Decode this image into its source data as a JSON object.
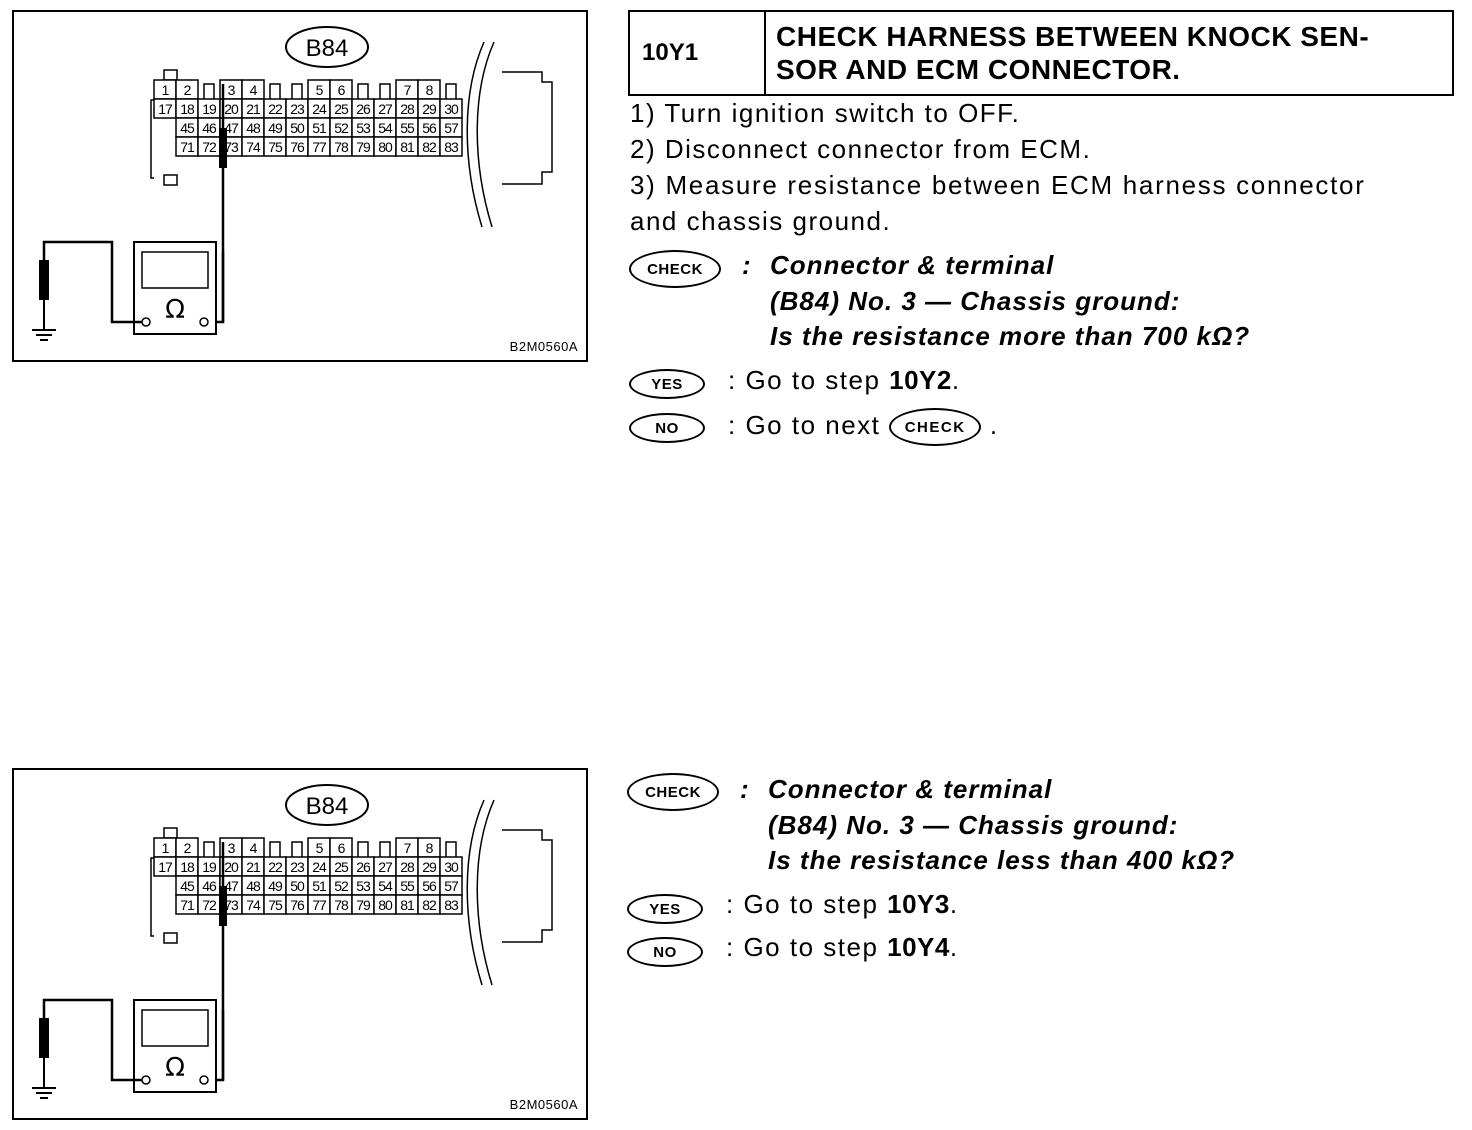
{
  "figures": [
    {
      "connector": "B84",
      "code": "B2M0560A"
    },
    {
      "connector": "B84",
      "code": "B2M0560A"
    }
  ],
  "connector_grid": {
    "row1": [
      "1",
      "2",
      "",
      "3",
      "4",
      "",
      "",
      "5",
      "6",
      "",
      "",
      "7",
      "8",
      ""
    ],
    "row2": [
      "17",
      "18",
      "19",
      "20",
      "21",
      "22",
      "23",
      "24",
      "25",
      "26",
      "27",
      "28",
      "29",
      "30"
    ],
    "row3": [
      "",
      "45",
      "46",
      "47",
      "48",
      "49",
      "50",
      "51",
      "52",
      "53",
      "54",
      "55",
      "56",
      "57"
    ],
    "row4": [
      "",
      "71",
      "72",
      "73",
      "74",
      "75",
      "76",
      "77",
      "78",
      "79",
      "80",
      "81",
      "82",
      "83"
    ]
  },
  "meter_symbol": "Ω",
  "step": {
    "id": "10Y1",
    "title_line1": "CHECK HARNESS BETWEEN KNOCK SEN-",
    "title_line2": "SOR AND ECM CONNECTOR."
  },
  "instructions": [
    "1)  Turn ignition switch to OFF.",
    "2)  Disconnect connector from ECM.",
    "3)  Measure resistance between ECM harness connector",
    "and chassis ground."
  ],
  "badges": {
    "check": "CHECK",
    "yes": "YES",
    "no": "NO"
  },
  "check1": {
    "line1": "Connector & terminal",
    "line2": "(B84) No. 3 — Chassis ground:",
    "line3": "Is the resistance more than 700 kΩ?"
  },
  "yes1": {
    "prefix": ":  Go to step ",
    "target": "10Y2",
    "suffix": "."
  },
  "no1": {
    "prefix": ":  Go to next ",
    "suffix": " ."
  },
  "check2": {
    "line1": "Connector & terminal",
    "line2": "(B84) No. 3 — Chassis ground:",
    "line3": "Is the resistance less than 400 kΩ?"
  },
  "yes2": {
    "prefix": ":  Go to step ",
    "target": "10Y3",
    "suffix": "."
  },
  "no2": {
    "prefix": ":  Go to step ",
    "target": "10Y4",
    "suffix": "."
  },
  "colon": ":"
}
